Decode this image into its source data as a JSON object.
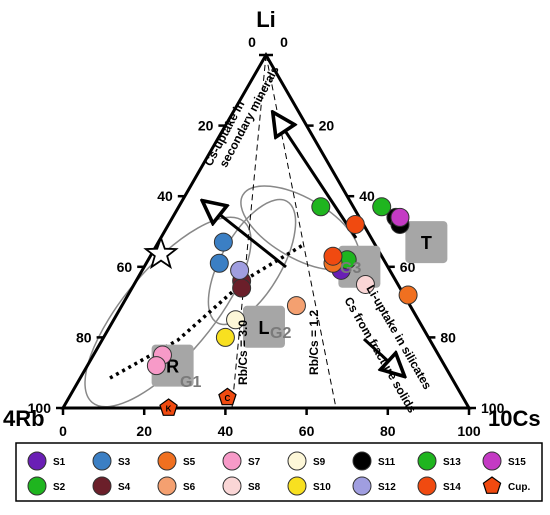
{
  "chart_data": {
    "type": "ternary",
    "vertices": {
      "top": "Li",
      "left": "4Rb",
      "right": "10Cs"
    },
    "axis_ticks": {
      "bottom": [
        "0",
        "20",
        "40",
        "60",
        "80",
        "100"
      ],
      "left": [
        "100",
        "80",
        "60",
        "40",
        "20",
        "0"
      ],
      "right": [
        "0",
        "20",
        "40",
        "60",
        "80",
        "100"
      ]
    },
    "points": [
      {
        "sample": "S1",
        "c": 0.49,
        "l": 0.39
      },
      {
        "sample": "S2",
        "c": 0.49,
        "l": 0.42
      },
      {
        "sample": "S2",
        "c": 0.35,
        "l": 0.57
      },
      {
        "sample": "S3",
        "c": 0.16,
        "l": 0.47
      },
      {
        "sample": "S3",
        "c": 0.18,
        "l": 0.41
      },
      {
        "sample": "S4",
        "c": 0.26,
        "l": 0.36
      },
      {
        "sample": "S4",
        "c": 0.27,
        "l": 0.34
      },
      {
        "sample": "S5",
        "c": 0.69,
        "l": 0.32
      },
      {
        "sample": "S5",
        "c": 0.46,
        "l": 0.41
      },
      {
        "sample": "S6",
        "c": 0.43,
        "l": 0.29
      },
      {
        "sample": "S7",
        "c": 0.17,
        "l": 0.15
      },
      {
        "sample": "S7",
        "c": 0.17,
        "l": 0.12
      },
      {
        "sample": "S8",
        "c": 0.57,
        "l": 0.35
      },
      {
        "sample": "S9",
        "c": 0.3,
        "l": 0.25
      },
      {
        "sample": "S10",
        "c": 0.3,
        "l": 0.2
      },
      {
        "sample": "S11",
        "c": 0.55,
        "l": 0.54
      },
      {
        "sample": "S11",
        "c": 0.57,
        "l": 0.52
      },
      {
        "sample": "S12",
        "c": 0.24,
        "l": 0.39
      },
      {
        "sample": "S13",
        "c": 0.5,
        "l": 0.57
      },
      {
        "sample": "S14",
        "c": 0.46,
        "l": 0.52
      },
      {
        "sample": "S14",
        "c": 0.45,
        "l": 0.43
      },
      {
        "sample": "S15",
        "c": 0.56,
        "l": 0.54
      },
      {
        "sample": "Cup.",
        "c": 0.26,
        "l": 0.0,
        "label": "K"
      },
      {
        "sample": "Cup.",
        "c": 0.39,
        "l": 0.03,
        "label": "C"
      }
    ],
    "composition_boxes": [
      {
        "label": "R",
        "c": 0.21,
        "l": 0.12
      },
      {
        "label": "L",
        "c": 0.38,
        "l": 0.23
      },
      {
        "label": "T",
        "c": 0.66,
        "l": 0.47
      },
      {
        "label": "",
        "c": 0.53,
        "l": 0.4
      }
    ],
    "groups": [
      "G1",
      "G2",
      "G3"
    ],
    "reference_lines": [
      "Rb/Cs = 3.0",
      "Rb/Cs = 1.2"
    ],
    "annotations": [
      "Cs-uptake in secondary minerals",
      "Li-uptake in silicates",
      "Cs from fracture solids"
    ],
    "legend": [
      {
        "label": "S1",
        "color": "#6a1fb5"
      },
      {
        "label": "S2",
        "color": "#1fb51f"
      },
      {
        "label": "S3",
        "color": "#3b7fc4"
      },
      {
        "label": "S4",
        "color": "#6b1f2a"
      },
      {
        "label": "S5",
        "color": "#f07020"
      },
      {
        "label": "S6",
        "color": "#f4a070"
      },
      {
        "label": "S7",
        "color": "#f79ac8"
      },
      {
        "label": "S8",
        "color": "#fad6d6"
      },
      {
        "label": "S9",
        "color": "#fdf7d8"
      },
      {
        "label": "S10",
        "color": "#f8e020"
      },
      {
        "label": "S11",
        "color": "#000000"
      },
      {
        "label": "S12",
        "color": "#a09ee0"
      },
      {
        "label": "S13",
        "color": "#1fb51f"
      },
      {
        "label": "S14",
        "color": "#f04a10"
      },
      {
        "label": "S15",
        "color": "#c43ac4"
      },
      {
        "label": "Cup.",
        "color": "#f04a10",
        "shape": "pentagon"
      }
    ]
  }
}
